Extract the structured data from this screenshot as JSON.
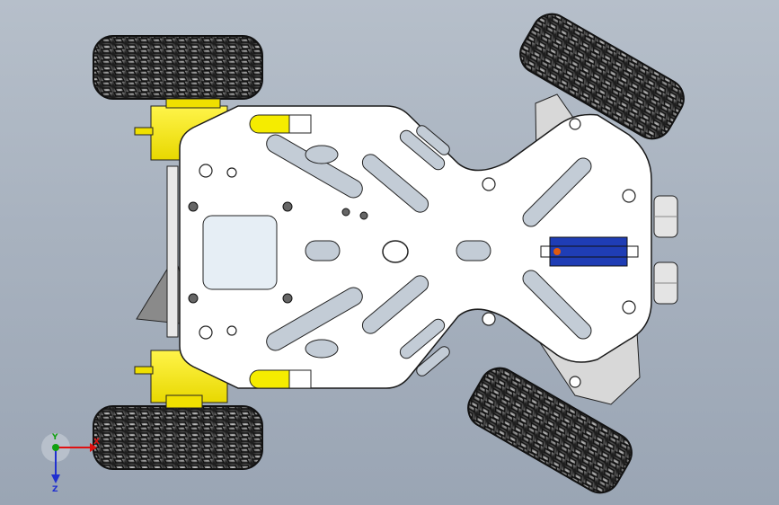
{
  "viewport": {
    "background_top": "#b6bfca",
    "background_bottom": "#9aa5b4"
  },
  "model": {
    "plate_color": "#ffffff",
    "outline_color": "#1a1a1a",
    "motor_color": "#f7ec00",
    "tire_color": "#2b2b2b",
    "servo_color": "#1f3db5",
    "bracket_color": "#888888",
    "icons": [
      "wheel-icon",
      "motor-icon",
      "servo-icon",
      "ultrasonic-sensor-icon"
    ]
  },
  "triad": {
    "x_label": "X",
    "y_label": "Y",
    "z_label": "Z",
    "x_color": "#e01010",
    "y_color": "#10a010",
    "z_color": "#2030d0"
  }
}
